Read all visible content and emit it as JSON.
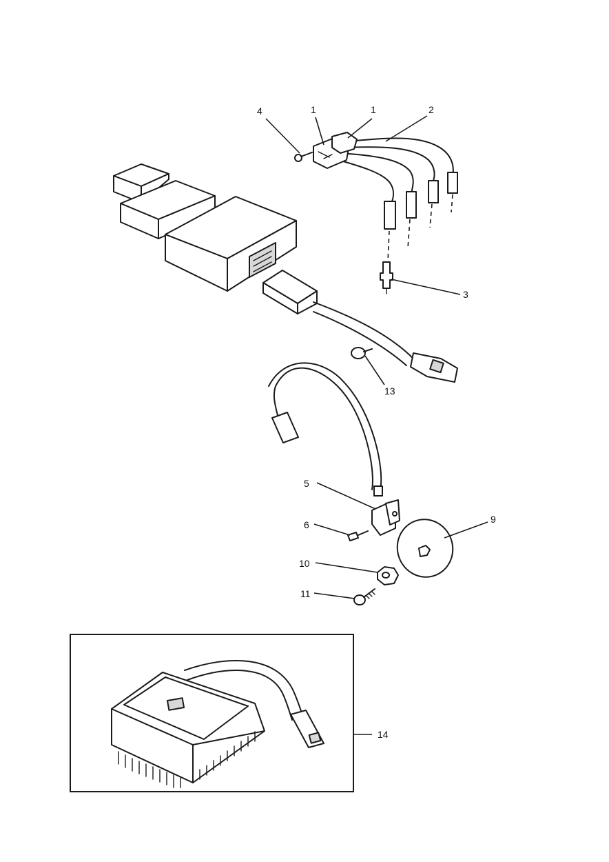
{
  "callouts": [
    {
      "id": "c1a",
      "text": "1"
    },
    {
      "id": "c1b",
      "text": "1"
    },
    {
      "id": "c2",
      "text": "2"
    },
    {
      "id": "c3",
      "text": "3"
    },
    {
      "id": "c4",
      "text": "4"
    },
    {
      "id": "c5",
      "text": "5"
    },
    {
      "id": "c6",
      "text": "6"
    },
    {
      "id": "c9",
      "text": "9"
    },
    {
      "id": "c10",
      "text": "10"
    },
    {
      "id": "c11",
      "text": "11"
    },
    {
      "id": "c13",
      "text": "13"
    },
    {
      "id": "c14",
      "text": "14"
    }
  ]
}
